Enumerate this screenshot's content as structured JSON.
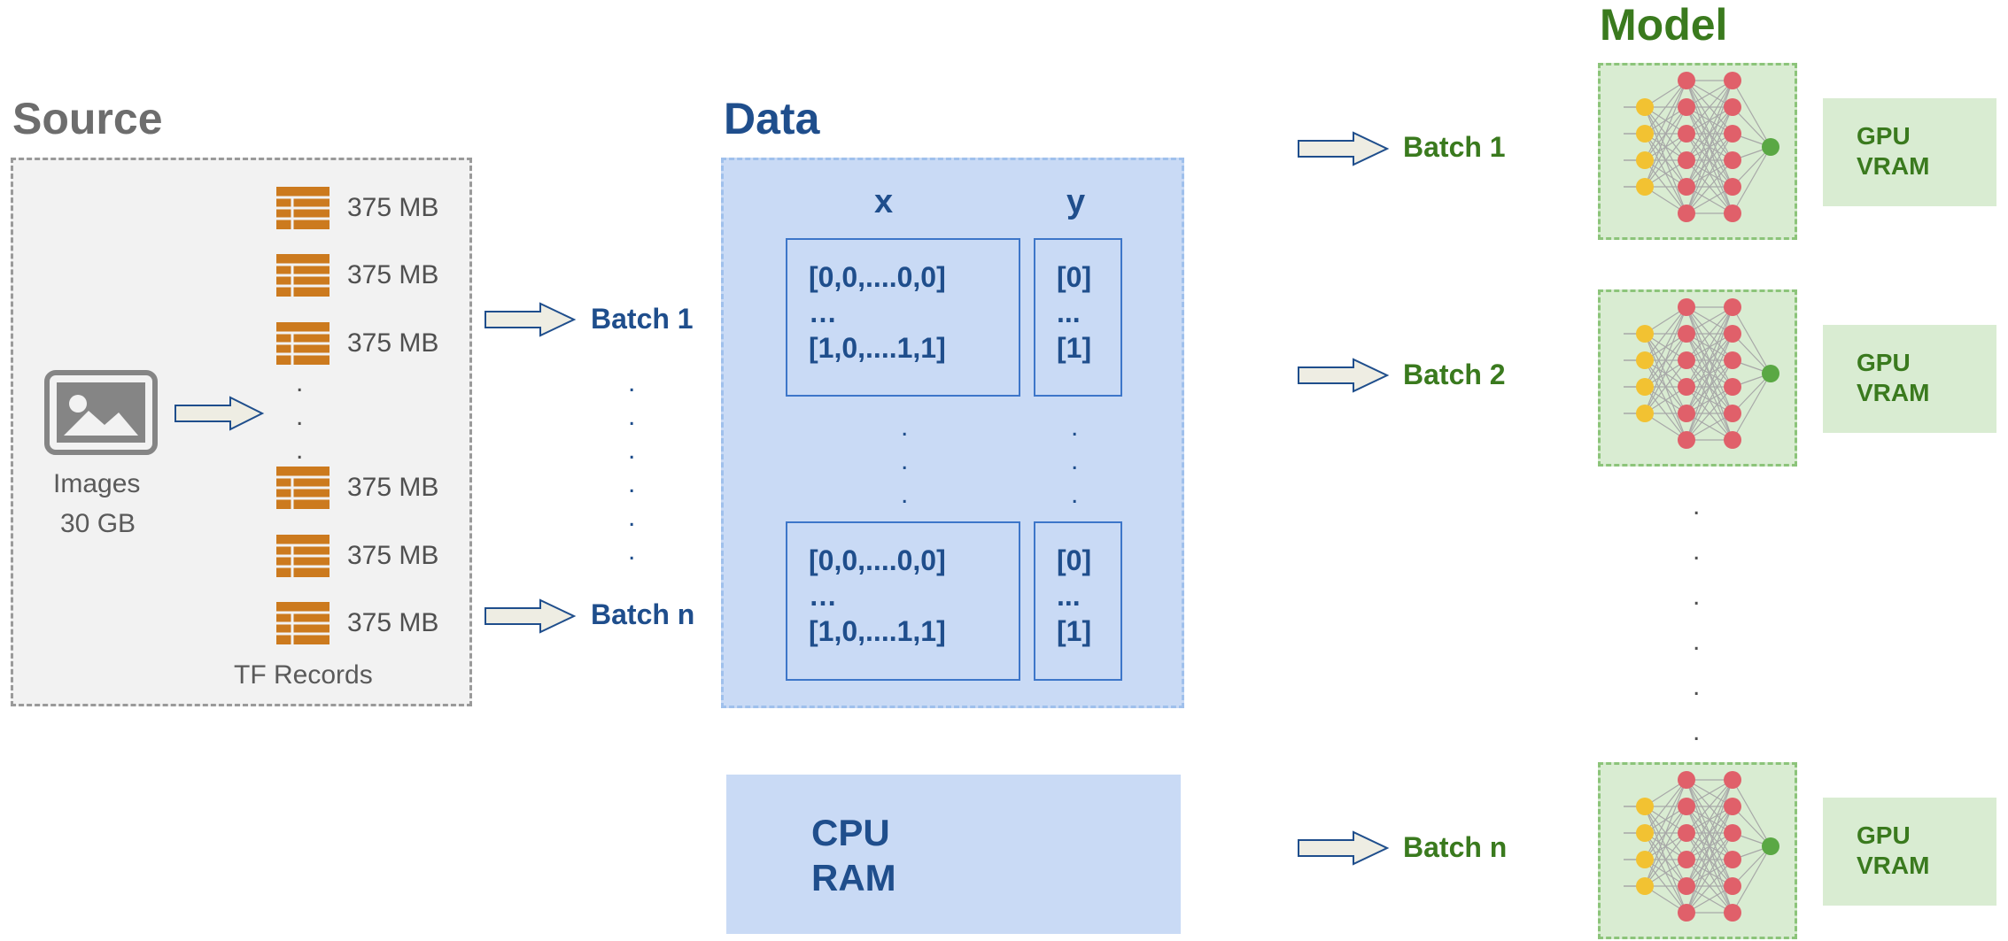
{
  "source": {
    "title": "Source",
    "images_label": "Images",
    "images_size": "30 GB",
    "records_label": "TF Records",
    "records": [
      "375 MB",
      "375 MB",
      "375 MB",
      "375 MB",
      "375 MB",
      "375 MB"
    ],
    "icon": "image-icon",
    "record_icon": "table-icon",
    "record_color": "#cc7a1e"
  },
  "batches_left": {
    "first": "Batch 1",
    "last": "Batch n"
  },
  "data": {
    "title": "Data",
    "x_header": "x",
    "y_header": "y",
    "x_block_1": "[0,0,....0,0]\n…\n[1,0,....1,1]",
    "y_block_1": "[0]\n...\n[1]",
    "x_block_2": "[0,0,....0,0]\n…\n[1,0,....1,1]",
    "y_block_2": "[0]\n...\n[1]",
    "color": "#1f4e8c"
  },
  "cpu": {
    "label_line1": "CPU",
    "label_line2": "RAM"
  },
  "model": {
    "title": "Model",
    "batches": [
      "Batch 1",
      "Batch 2",
      "Batch n"
    ],
    "gpu_line1": "GPU",
    "gpu_line2": "VRAM",
    "color": "#3a7a1e"
  }
}
